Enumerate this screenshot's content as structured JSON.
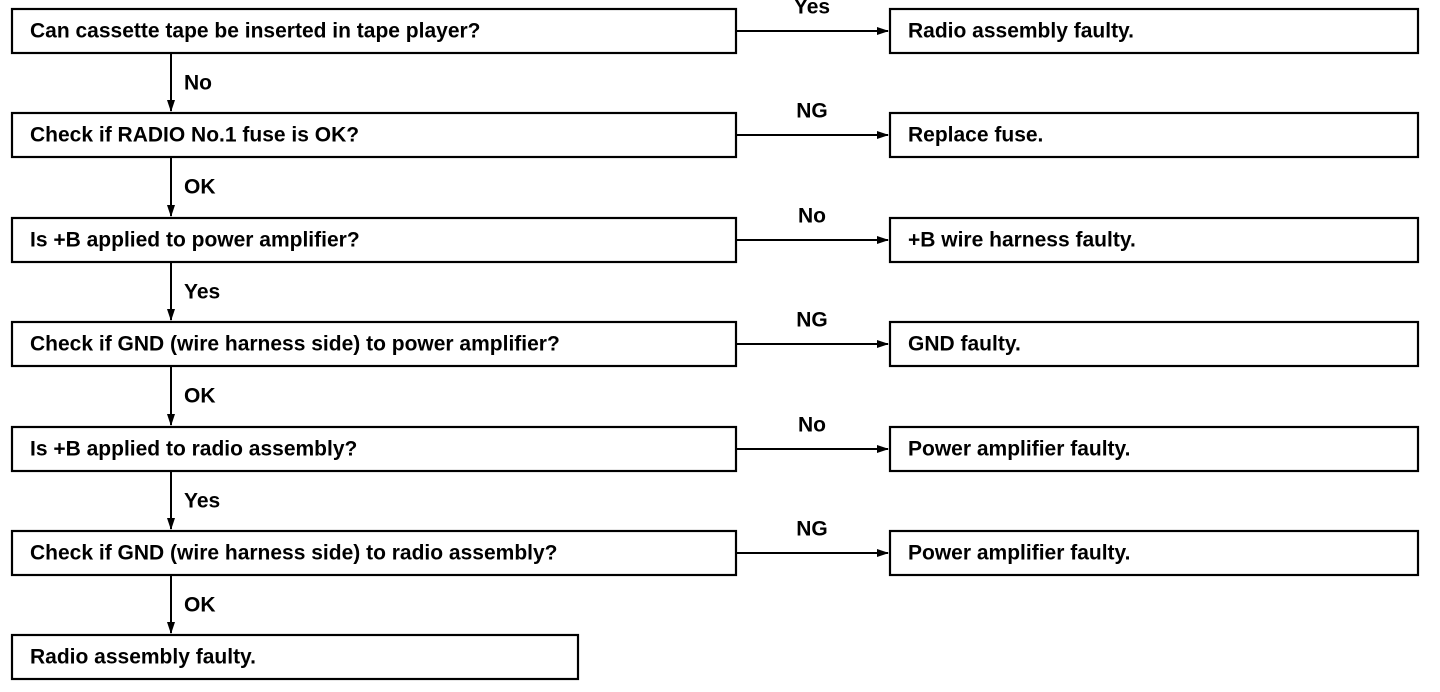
{
  "steps": [
    {
      "question": "Can cassette tape be inserted in tape player?",
      "branch_label": "Yes",
      "result": "Radio assembly faulty.",
      "next_label": "No"
    },
    {
      "question": "Check if RADIO No.1 fuse is OK?",
      "branch_label": "NG",
      "result": "Replace fuse.",
      "next_label": "OK"
    },
    {
      "question": "Is +B applied to power amplifier?",
      "branch_label": "No",
      "result": "+B wire harness faulty.",
      "next_label": "Yes"
    },
    {
      "question": "Check if GND (wire harness side) to power amplifier?",
      "branch_label": "NG",
      "result": "GND faulty.",
      "next_label": "OK"
    },
    {
      "question": "Is +B applied to radio assembly?",
      "branch_label": "No",
      "result": "Power amplifier faulty.",
      "next_label": "Yes"
    },
    {
      "question": "Check if GND (wire harness side) to radio assembly?",
      "branch_label": "NG",
      "result": "Power amplifier faulty.",
      "next_label": "OK"
    }
  ],
  "final_result": "Radio assembly faulty."
}
